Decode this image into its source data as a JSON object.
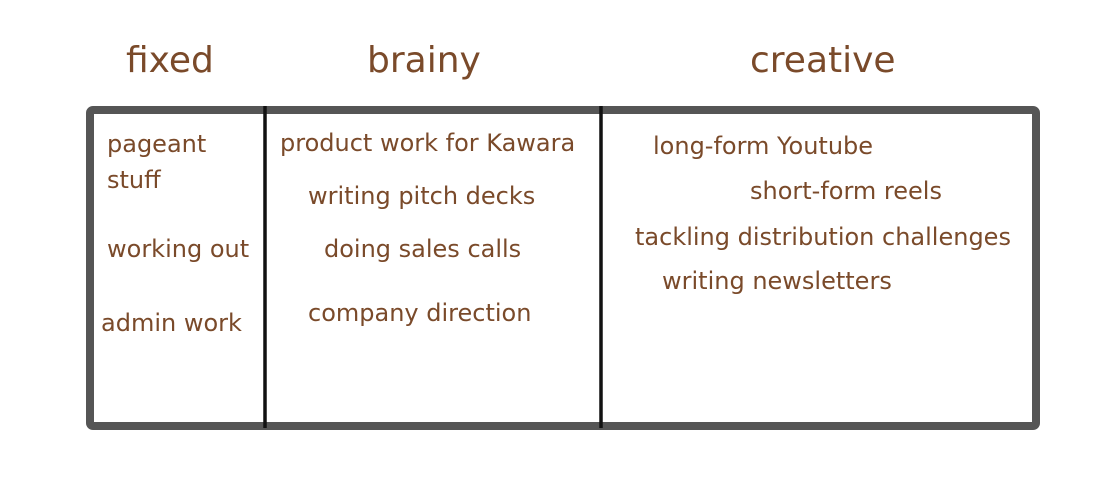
{
  "columns": [
    {
      "heading": "fixed",
      "items": [
        "pageant stuff",
        "working out",
        "admin work"
      ]
    },
    {
      "heading": "brainy",
      "items": [
        "product work for Kawara",
        "writing pitch decks",
        "doing sales calls",
        "company direction"
      ]
    },
    {
      "heading": "creative",
      "items": [
        "long-form Youtube",
        "short-form reels",
        "tackling distribution challenges",
        "writing newsletters"
      ]
    }
  ],
  "colors": {
    "text": "#7a4a2a",
    "frame": "#555555",
    "divider": "#111111"
  }
}
